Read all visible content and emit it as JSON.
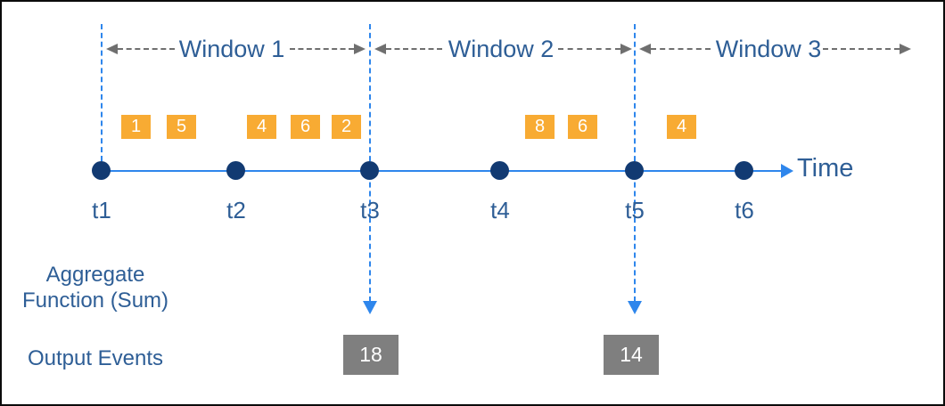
{
  "windows": [
    {
      "label": "Window 1"
    },
    {
      "label": "Window 2"
    },
    {
      "label": "Window 3"
    }
  ],
  "events": [
    {
      "value": "1",
      "window": "Window 1"
    },
    {
      "value": "5",
      "window": "Window 1"
    },
    {
      "value": "4",
      "window": "Window 1"
    },
    {
      "value": "6",
      "window": "Window 1"
    },
    {
      "value": "2",
      "window": "Window 1"
    },
    {
      "value": "8",
      "window": "Window 2"
    },
    {
      "value": "6",
      "window": "Window 2"
    },
    {
      "value": "4",
      "window": "Window 3"
    }
  ],
  "timeline": {
    "label": "Time",
    "ticks": [
      "t1",
      "t2",
      "t3",
      "t4",
      "t5",
      "t6"
    ]
  },
  "left_labels": {
    "aggregate_line1": "Aggregate",
    "aggregate_line2": "Function (Sum)",
    "output": "Output Events"
  },
  "outputs": [
    {
      "value": "18",
      "tick": "t3"
    },
    {
      "value": "14",
      "tick": "t5"
    }
  ],
  "colors": {
    "event_box": "#F8AB33",
    "timeline_dot": "#123A72",
    "blue_line": "#2E86EC",
    "text_blue": "#2E5E96",
    "output_box": "#7F7F7F",
    "arrow_gray": "#6F6F6F"
  }
}
